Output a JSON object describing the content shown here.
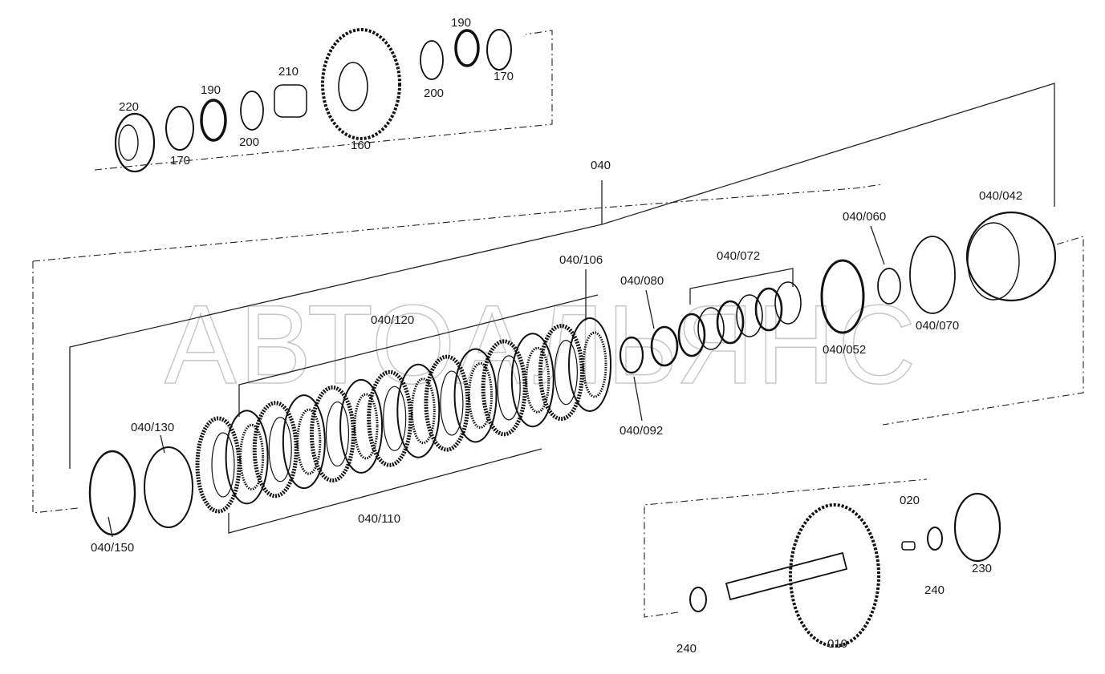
{
  "colors": {
    "ink": "#111111",
    "watermark": "#c8c8c8",
    "background": "#ffffff"
  },
  "watermark": "АВТОАЛЬЯНС",
  "labels": {
    "p220": "220",
    "p170a": "170",
    "p190a": "190",
    "p200a": "200",
    "p210": "210",
    "p160": "160",
    "p200b": "200",
    "p190b": "190",
    "p170b": "170",
    "p040": "040",
    "p040_042": "040/042",
    "p040_060": "040/060",
    "p040_072": "040/072",
    "p040_080": "040/080",
    "p040_106": "040/106",
    "p040_120": "040/120",
    "p040_052": "040/052",
    "p040_070": "040/070",
    "p040_092": "040/092",
    "p040_130": "040/130",
    "p040_110": "040/110",
    "p040_150": "040/150",
    "p020": "020",
    "p230": "230",
    "p240a": "240",
    "p240b": "240",
    "p010": "010"
  }
}
